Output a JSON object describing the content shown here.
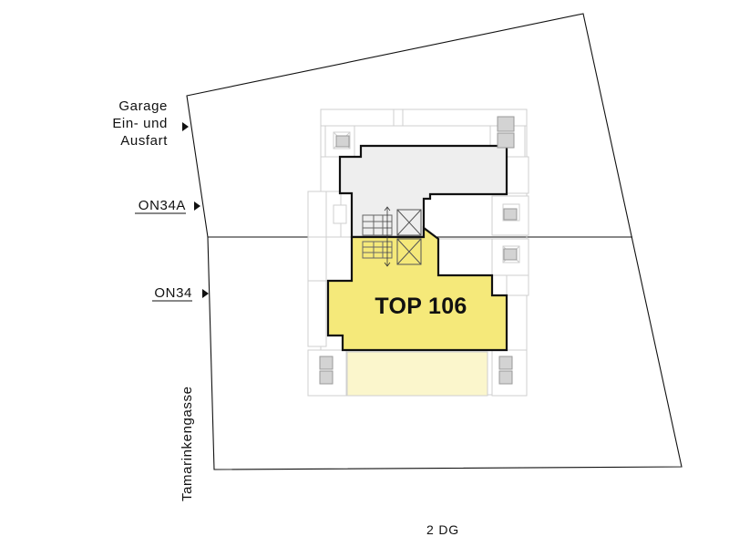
{
  "labels": {
    "garage_line1": "Garage",
    "garage_line2": "Ein- und",
    "garage_line3": "Ausfart",
    "on34a": "ON34A",
    "on34": "ON34",
    "street": "Tamarinkengasse",
    "unit": "TOP 106",
    "floor": "2 DG"
  },
  "colors": {
    "unit_highlight": "#f5e97a",
    "unit_highlight_light": "#fbf6cc",
    "other_unit_fill": "#eeeeee",
    "outline": "#111111"
  },
  "icons": {
    "entry_marker": "triangle-right-icon",
    "stair": "stairs-icon",
    "elevator": "elevator-icon",
    "balcony": "balcony-icon"
  }
}
